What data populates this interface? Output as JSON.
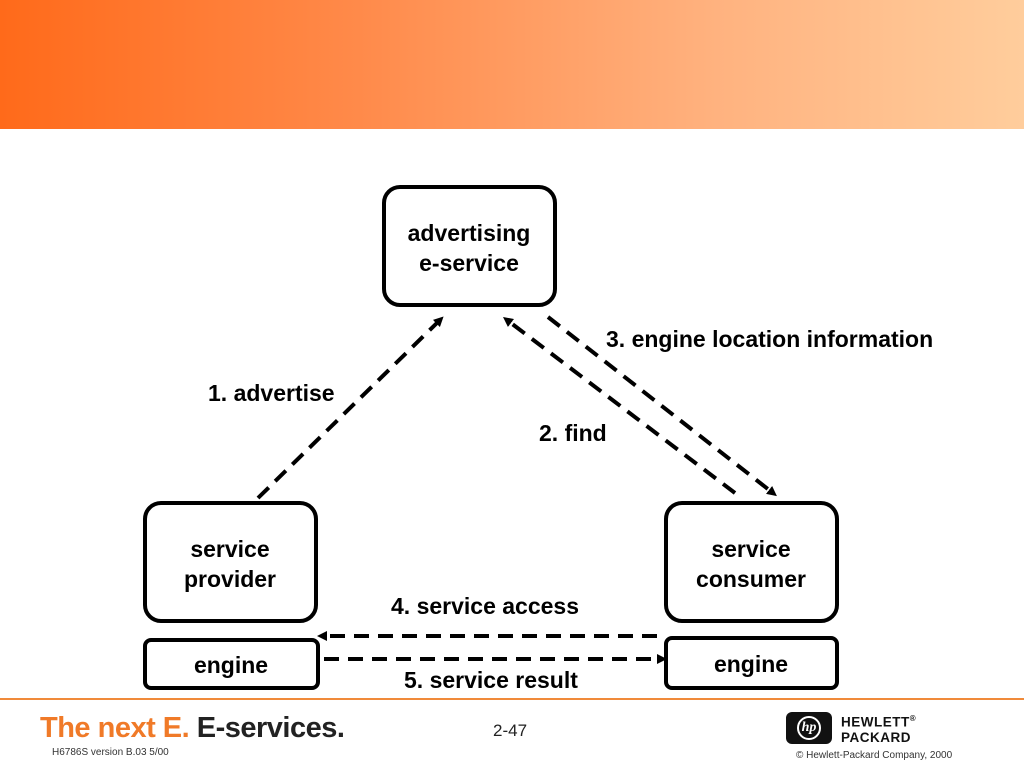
{
  "nodes": {
    "advertising": {
      "line1": "advertising",
      "line2": "e-service"
    },
    "provider": {
      "line1": "service",
      "line2": "provider"
    },
    "consumer": {
      "line1": "service",
      "line2": "consumer"
    },
    "provider_engine": {
      "label": "engine"
    },
    "consumer_engine": {
      "label": "engine"
    }
  },
  "edges": {
    "advertise": "1. advertise",
    "find": "2. find",
    "engine_location": "3. engine location information",
    "service_access": "4. service access",
    "service_result": "5. service result"
  },
  "footer": {
    "brand_part1": "The next E.",
    "brand_part2": "E-services.",
    "version": "H6786S version B.03 5/00",
    "page_number": "2-47",
    "company_line1": "HEWLETT",
    "company_line2": "PACKARD",
    "registered": "®",
    "copyright": "© Hewlett-Packard Company, 2000"
  },
  "colors": {
    "header_start": "#ff6a1a",
    "header_end": "#ffcd9c",
    "accent": "#f07a28"
  },
  "icons": {
    "logo": "hp-logo-icon"
  }
}
